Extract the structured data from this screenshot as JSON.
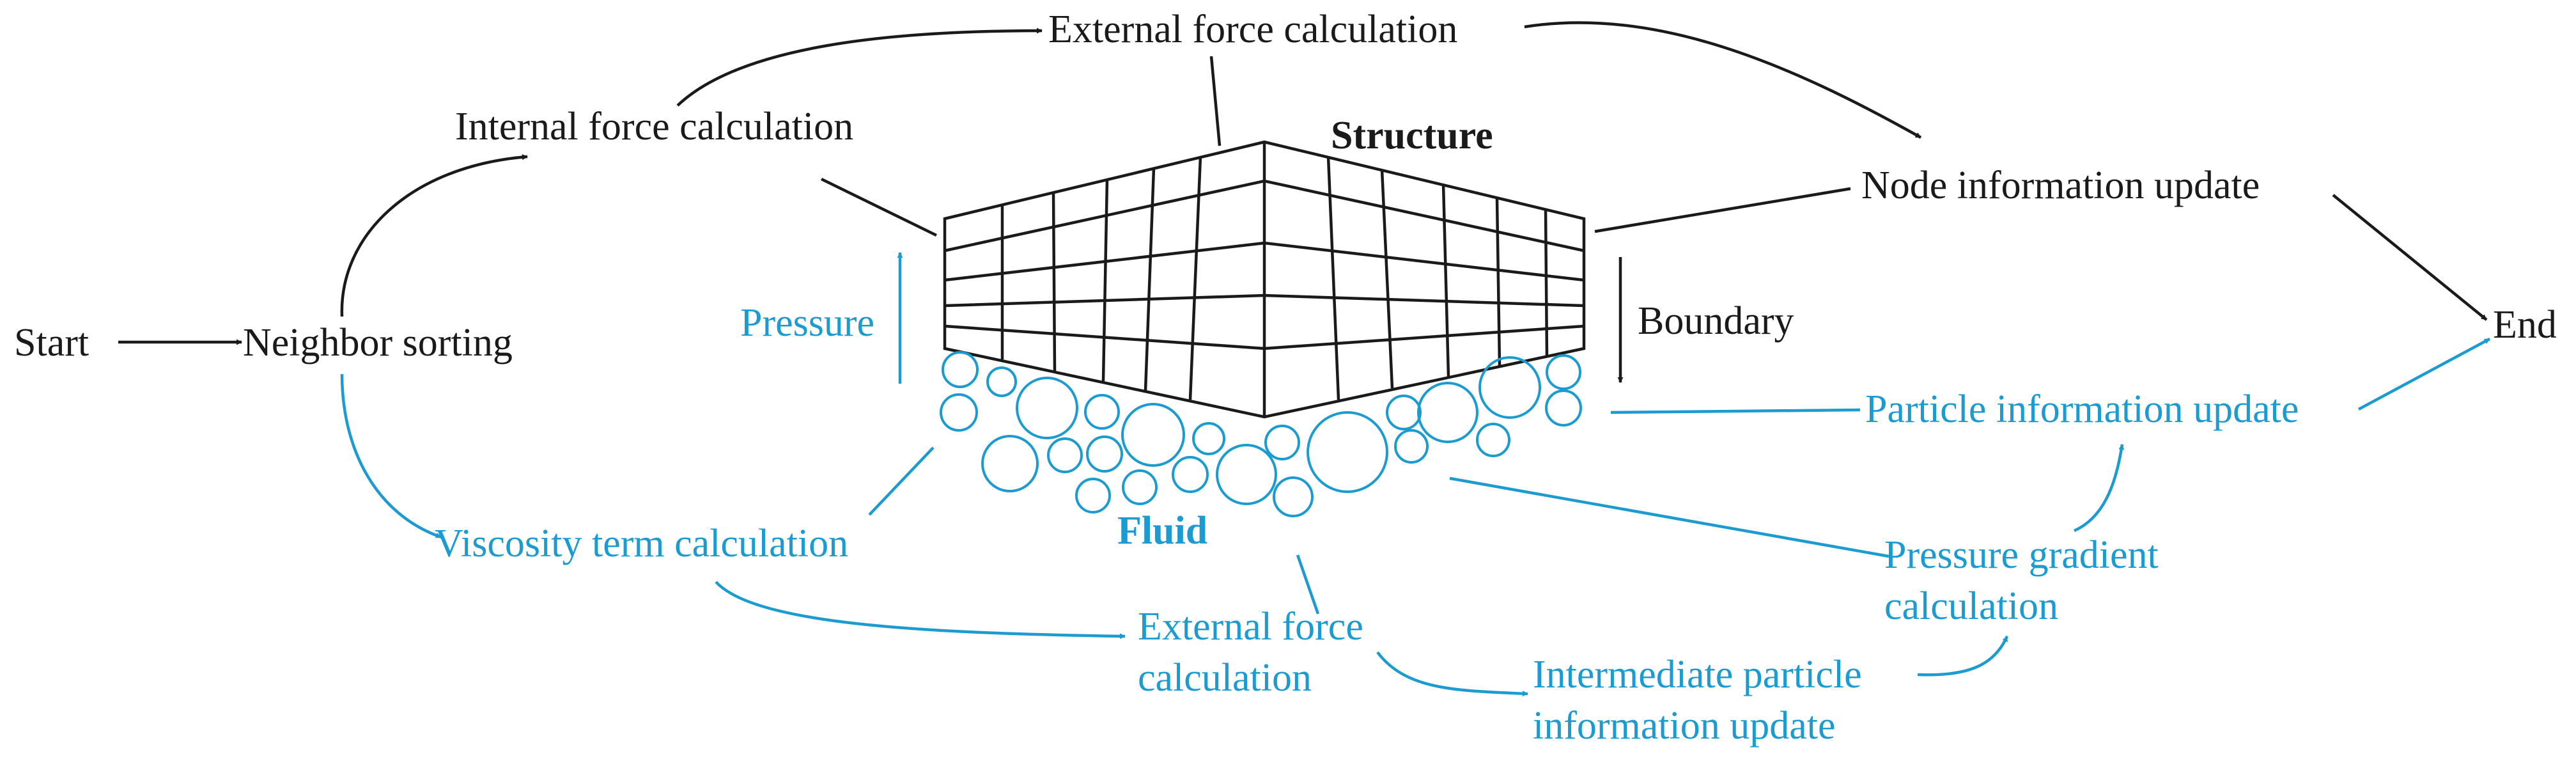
{
  "colors": {
    "structure_flow": "#1a1a1a",
    "fluid_flow": "#1c9bd1"
  },
  "nodes": {
    "start": "Start",
    "neighbor_sorting": "Neighbor sorting",
    "internal_force": "Internal force calculation",
    "external_force_top": "External force calculation",
    "structure": "Structure",
    "node_update": "Node information update",
    "end": "End",
    "boundary": "Boundary",
    "pressure": "Pressure",
    "particle_update": "Particle information update",
    "fluid": "Fluid",
    "viscosity": "Viscosity term calculation",
    "pressure_gradient_1": "Pressure gradient",
    "pressure_gradient_2": "calculation",
    "external_force_bottom_1": "External force",
    "external_force_bottom_2": "calculation",
    "intermediate_1": "Intermediate particle",
    "intermediate_2": "information update"
  }
}
